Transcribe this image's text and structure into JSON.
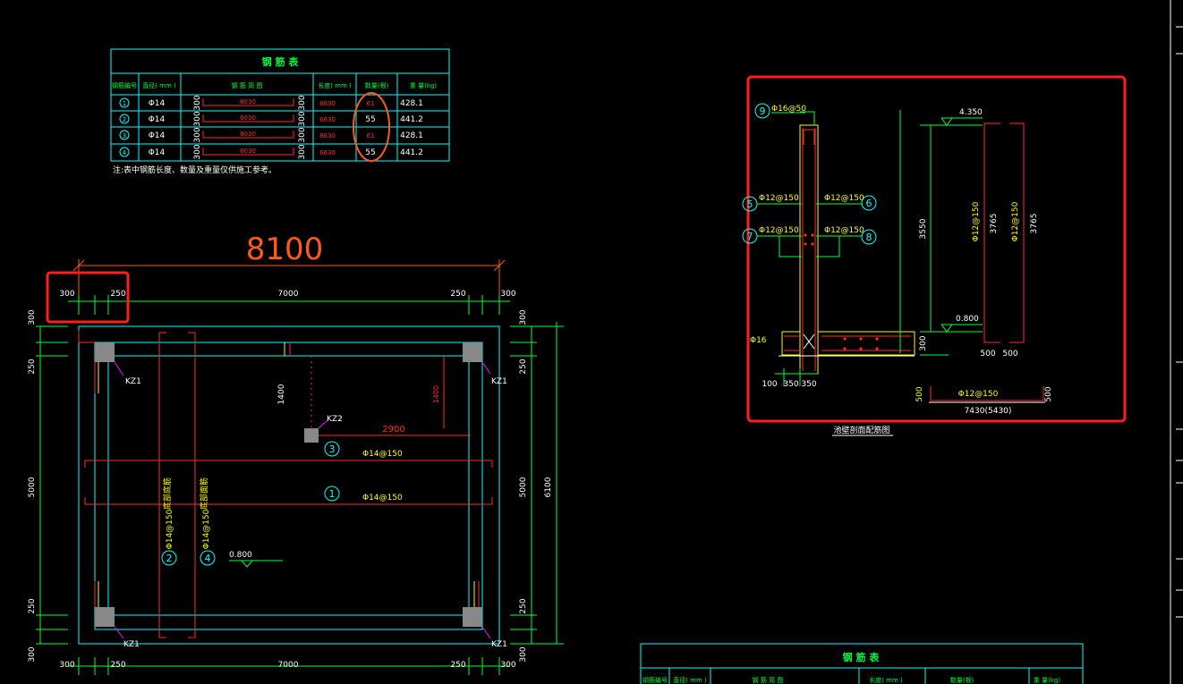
{
  "top_table": {
    "title": "钢 筋 表",
    "headers": [
      "钢筋编号",
      "直径( mm )",
      "钢 筋 简 图",
      "长度( mm )",
      "数量(根)",
      "重 量(kg)"
    ],
    "rows": [
      {
        "no": "1",
        "dia": "Φ14",
        "left": "300",
        "shape": "8030",
        "right": "300",
        "length": "8630",
        "count": "61",
        "weight": "428.1"
      },
      {
        "no": "2",
        "dia": "Φ14",
        "left": "300",
        "shape": "6030",
        "right": "300",
        "length": "6630",
        "count": "55",
        "weight": "441.2"
      },
      {
        "no": "3",
        "dia": "Φ14",
        "left": "300",
        "shape": "8030",
        "right": "300",
        "length": "8630",
        "count": "61",
        "weight": "428.1"
      },
      {
        "no": "4",
        "dia": "Φ14",
        "left": "300",
        "shape": "6030",
        "right": "300",
        "length": "6630",
        "count": "55",
        "weight": "441.2"
      }
    ],
    "note": "注:表中钢筋长度、数量及重量仅供施工参考。"
  },
  "plan": {
    "overall_width": "8100",
    "top_dims": [
      "300",
      "250",
      "7000",
      "250",
      "300"
    ],
    "bottom_dims": [
      "300",
      "250",
      "7000",
      "250",
      "300"
    ],
    "left_dims": [
      "300",
      "250",
      "5000",
      "250",
      "300"
    ],
    "right_dims": [
      "300",
      "250",
      "5000",
      "250",
      "300"
    ],
    "right_total": "6100",
    "column_kz1": "KZ1",
    "column_kz2": "KZ2",
    "dim_1400_a": "1400",
    "dim_1400_b": "1400",
    "dim_2900": "2900",
    "bar1_label": "Φ14@150",
    "bar3_label": "Φ14@150",
    "bar2_label": "Φ14@150",
    "bar4_label": "Φ14@150",
    "elev": "0.800",
    "bar_no_1": "1",
    "bar_no_2": "2",
    "bar_no_3": "3",
    "bar_no_4": "4",
    "vert_text_1": "底部底筋",
    "vert_text_2": "底部面筋"
  },
  "section": {
    "caption": "池壁剖面配筋图",
    "bar9": "Φ16@50",
    "bar5": "Φ12@150",
    "bar6": "Φ12@150",
    "bar7": "Φ12@150",
    "bar8": "Φ12@150",
    "no9": "9",
    "no5": "5",
    "no6": "6",
    "no7": "7",
    "no8": "8",
    "elev_top": "4.350",
    "elev_bottom": "0.800",
    "dim_3550": "3550",
    "dim_300": "300",
    "bar_left": "Φ16",
    "bottom_dims": [
      "100",
      "350",
      "350"
    ],
    "v_bar_a": "Φ12@150",
    "v_len_a": "3765",
    "v_bar_b": "Φ12@150",
    "v_len_b": "3765",
    "dims_500": [
      "500",
      "500"
    ],
    "bottom_bar": "Φ12@150",
    "bottom_500_l": "500",
    "bottom_500_r": "500",
    "bottom_len": "7430(5430)"
  },
  "bottom_table": {
    "title": "钢 筋 表",
    "headers": [
      "钢筋编号",
      "直径( mm )",
      "钢 筋 简 图",
      "长度( mm )",
      "数量(根)",
      "重 量(kg)"
    ]
  },
  "colors": {
    "cyan": "#00ffff",
    "yellow": "#ffff00",
    "red": "#ff2a2a",
    "green": "#00ff3c",
    "highlight": "#ff1e1e",
    "annotation_orange": "#ff5a1e"
  }
}
